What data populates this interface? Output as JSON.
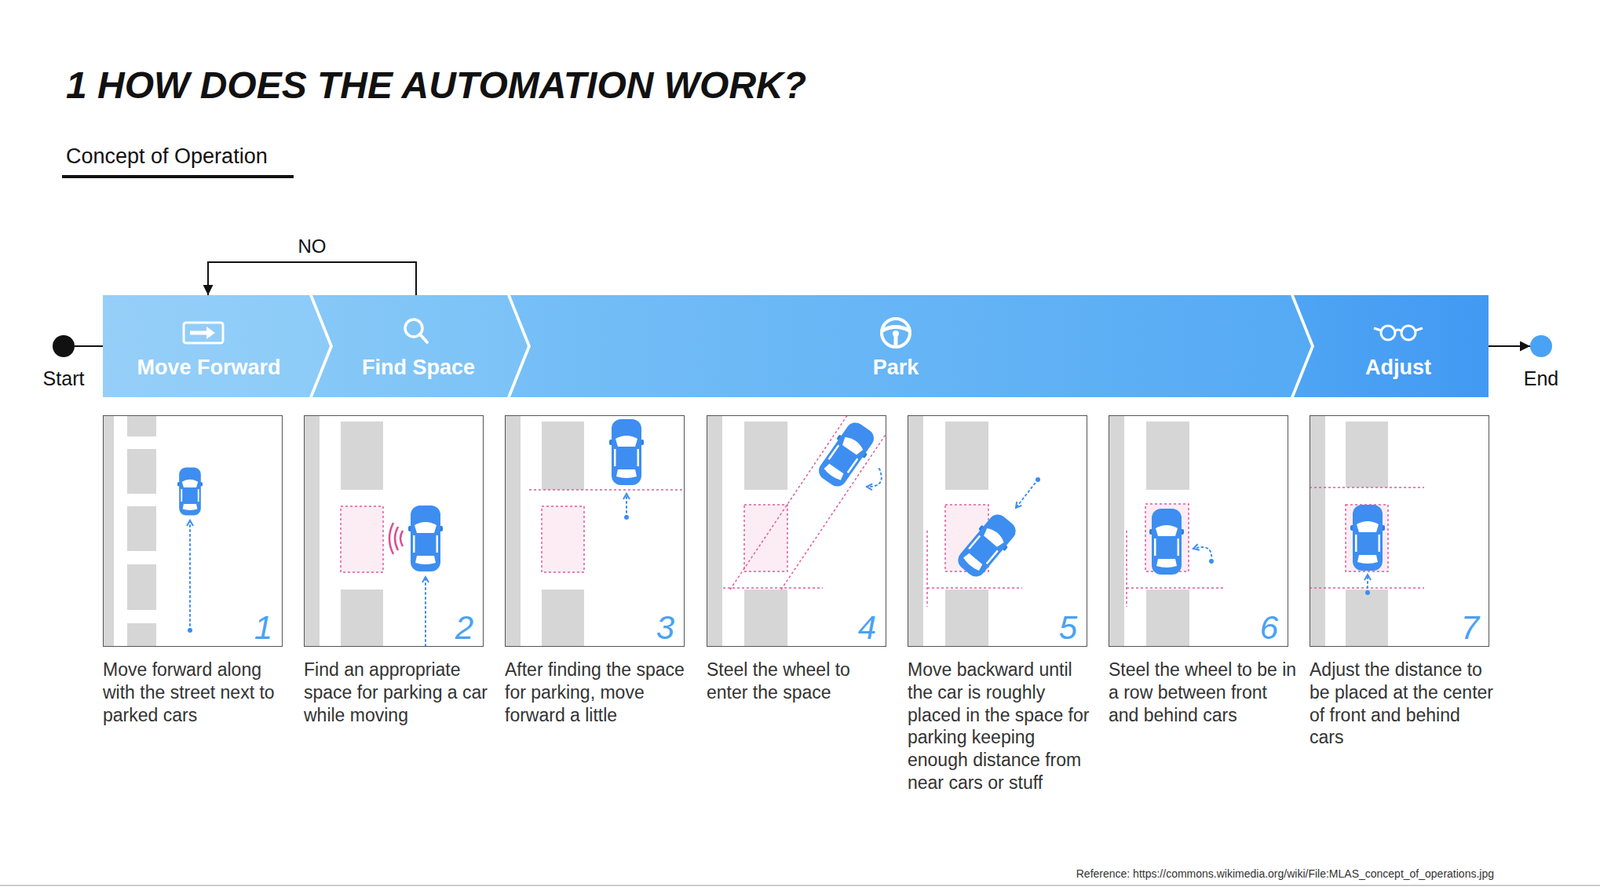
{
  "diagram": {
    "title": "1 HOW DOES THE AUTOMATION WORK?",
    "caption": "Reference: https://commons.wikimedia.org/wiki/File:MLAS_concept_of_operations.jpg",
    "nodes": [
      {
        "text": [
          "Start"
        ]
      },
      {
        "text": [
          "Move Forward"
        ]
      },
      {
        "text": [
          "Find Space"
        ]
      },
      {
        "text": [
          "Park"
        ]
      },
      {
        "text": [
          "Adjust"
        ]
      },
      {
        "text": [
          "End"
        ]
      },
      {
        "text": [
          "1",
          "Move forward along with the street next to parked cars"
        ]
      },
      {
        "text": [
          "2",
          "Find an appropriate space for parking a car while moving"
        ]
      },
      {
        "text": [
          "3",
          "After finding the space for parking, move forward a little"
        ]
      },
      {
        "text": [
          "4",
          "Steel the wheel to enter the space"
        ]
      },
      {
        "text": [
          "5",
          "Move backward until the car is roughly placed in the space for parking keeping enough distance from near cars or stuff"
        ]
      },
      {
        "text": [
          "6",
          "Steel the wheel to be in a row between front and behind cars"
        ]
      },
      {
        "text": [
          "7",
          "Adjust the distance to be placed at the center of front and behind cars"
        ]
      }
    ],
    "edges": [
      {
        "from": 0,
        "to": 1,
        "arrow": "none"
      },
      {
        "from": 2,
        "to": 1,
        "label": "NO",
        "arrow": "to"
      },
      {
        "from": 4,
        "to": 5,
        "arrow": "to"
      }
    ],
    "labels": [
      "Concept of Operation"
    ]
  }
}
